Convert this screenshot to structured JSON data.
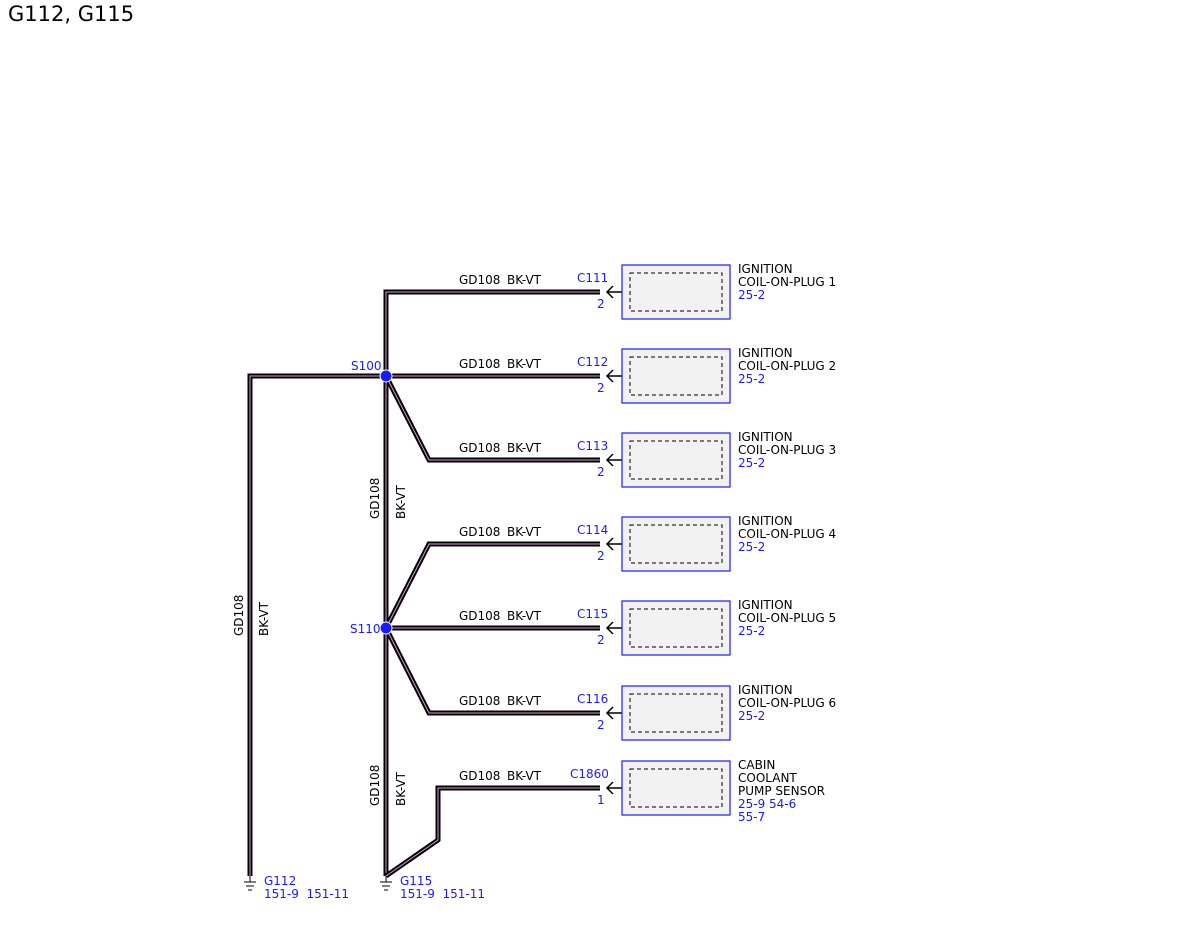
{
  "title": "G112, G115",
  "colors": {
    "wire_outer": "#000000",
    "wire_inner": "#d99ad9",
    "link_blue": "#1a1aff",
    "box_fill": "#f2f2f2"
  },
  "wire": {
    "circuit": "GD108",
    "color": "BK-VT"
  },
  "splices": {
    "s100": "S100",
    "s110": "S110"
  },
  "grounds": {
    "g112": {
      "label": "G112",
      "refs": "151-9  151-11"
    },
    "g115": {
      "label": "G115",
      "refs": "151-9  151-11"
    }
  },
  "components": [
    {
      "connector": "C111",
      "pin": "2",
      "name_lines": [
        "IGNITION",
        "COIL-ON-PLUG 1"
      ],
      "refs": [
        "25-2"
      ]
    },
    {
      "connector": "C112",
      "pin": "2",
      "name_lines": [
        "IGNITION",
        "COIL-ON-PLUG 2"
      ],
      "refs": [
        "25-2"
      ]
    },
    {
      "connector": "C113",
      "pin": "2",
      "name_lines": [
        "IGNITION",
        "COIL-ON-PLUG 3"
      ],
      "refs": [
        "25-2"
      ]
    },
    {
      "connector": "C114",
      "pin": "2",
      "name_lines": [
        "IGNITION",
        "COIL-ON-PLUG 4"
      ],
      "refs": [
        "25-2"
      ]
    },
    {
      "connector": "C115",
      "pin": "2",
      "name_lines": [
        "IGNITION",
        "COIL-ON-PLUG 5"
      ],
      "refs": [
        "25-2"
      ]
    },
    {
      "connector": "C116",
      "pin": "2",
      "name_lines": [
        "IGNITION",
        "COIL-ON-PLUG 6"
      ],
      "refs": [
        "25-2"
      ]
    },
    {
      "connector": "C1860",
      "pin": "1",
      "name_lines": [
        "CABIN",
        "COOLANT",
        "PUMP SENSOR"
      ],
      "refs": [
        "25-9  54-6",
        "55-7"
      ]
    }
  ]
}
